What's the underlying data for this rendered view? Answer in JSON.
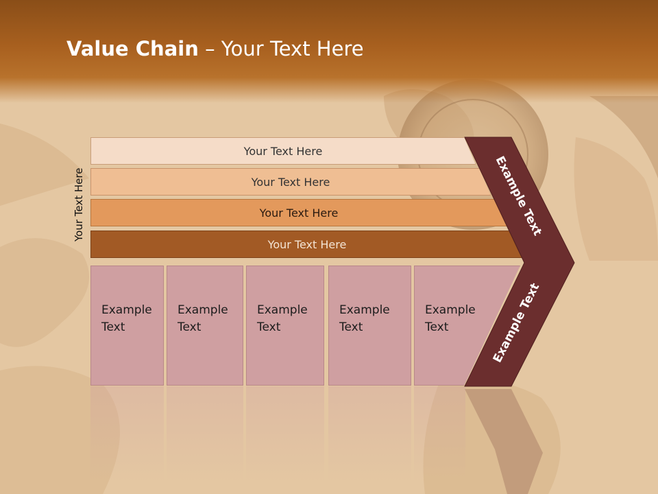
{
  "slide": {
    "title_bold": "Value Chain",
    "title_rest": " – Your Text Here",
    "vertical_label": "Your Text Here",
    "bars": [
      {
        "label": "Your Text Here",
        "color": "#f5dcc8"
      },
      {
        "label": "Your Text Here",
        "color": "#efbe93"
      },
      {
        "label": "Your Text Here",
        "color": "#e3995c"
      },
      {
        "label": "Your Text Here",
        "color": "#a25a25"
      }
    ],
    "columns": [
      {
        "label": "Example\nText"
      },
      {
        "label": "Example\nText"
      },
      {
        "label": "Example\nText"
      },
      {
        "label": "Example\nText"
      },
      {
        "label": "Example\nText"
      }
    ],
    "arrow_upper_label": "Example Text",
    "arrow_lower_label": "Example Text",
    "colors": {
      "column_fill": "#cf9fa1",
      "arrow_fill": "#6b2e2e",
      "header": "#a8601f"
    }
  }
}
